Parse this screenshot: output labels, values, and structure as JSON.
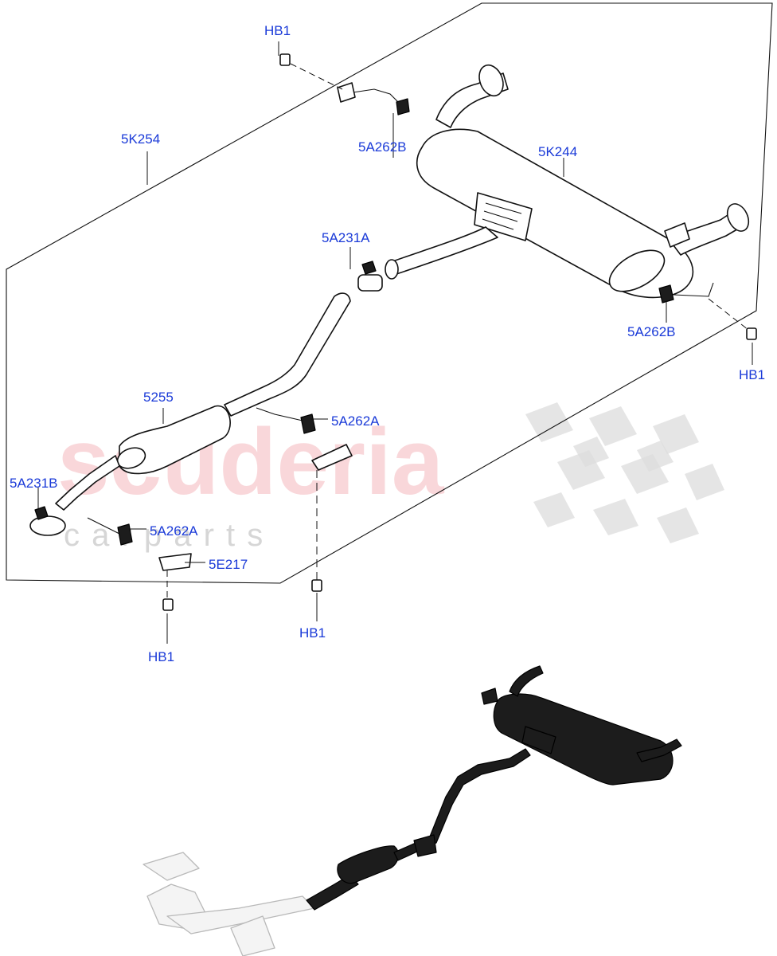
{
  "watermark": {
    "brand": "scuderia",
    "sub": "c a r   p a r t s"
  },
  "callouts": {
    "hb1_top": "HB1",
    "k254": "5K254",
    "a262b_top": "5A262B",
    "k244": "5K244",
    "a231a": "5A231A",
    "a262b_right": "5A262B",
    "hb1_right": "HB1",
    "p5255": "5255",
    "a262a_mid": "5A262A",
    "a231b": "5A231B",
    "a262a_low": "5A262A",
    "e217": "5E217",
    "hb1_bottom_left": "HB1",
    "hb1_bottom_mid": "HB1"
  }
}
